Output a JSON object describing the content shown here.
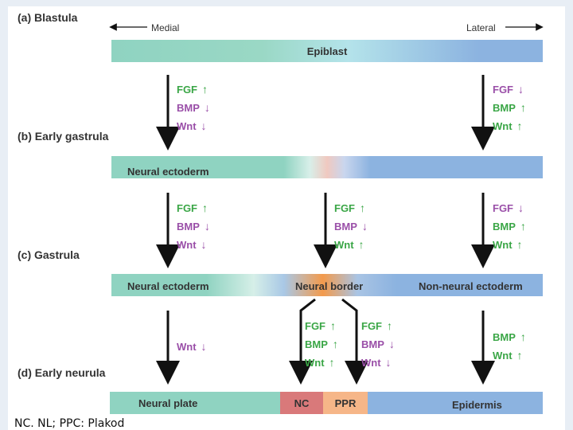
{
  "stages": {
    "a": "(a) Blastula",
    "b": "(b) Early gastrula",
    "c": "(c) Gastrula",
    "d": "(d) Early neurula"
  },
  "axis": {
    "medial": "Medial",
    "lateral": "Lateral"
  },
  "bars": {
    "epiblast": "Epiblast",
    "neural_ectoderm_b": "Neural ectoderm",
    "neural_ectoderm_c": "Neural ectoderm",
    "neural_border": "Neural border",
    "non_neural_ectoderm": "Non-neural ectoderm",
    "neural_plate": "Neural plate",
    "nc": "NC",
    "ppr": "PPR",
    "epidermis": "Epidermis"
  },
  "signals": {
    "fgf": "FGF",
    "bmp": "BMP",
    "wnt": "Wnt",
    "up": "↑",
    "down": "↓"
  },
  "colors": {
    "teal": "#8fd3c1",
    "blue": "#8cb3e0",
    "orange": "#f39a4c",
    "nc_red": "#d9797a",
    "ppr_peach": "#f6b688",
    "green_signal": "#3aa646",
    "purple_signal": "#9a4fa8"
  },
  "footer": "NC. NL; PPC: Plakod"
}
